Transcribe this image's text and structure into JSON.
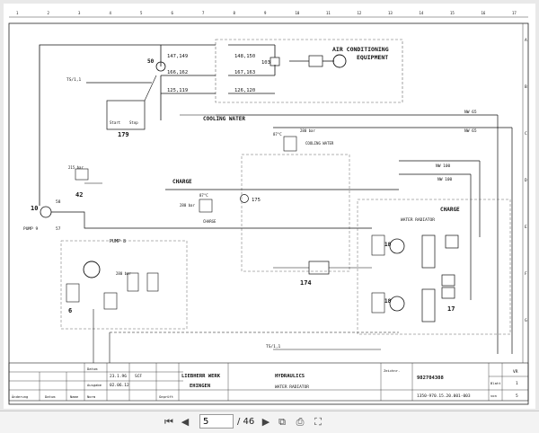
{
  "viewer": {
    "page_current": "5",
    "page_total": "/ 46",
    "icons": {
      "first": "skip-first-icon",
      "prev": "prev-page-icon",
      "next": "next-page-icon",
      "last": "skip-last-icon",
      "pages": "page-thumbnails-icon",
      "print": "print-icon",
      "fullscreen": "fullscreen-icon"
    }
  },
  "schematic": {
    "grid_right": [
      "A",
      "B",
      "C",
      "D",
      "E",
      "F",
      "G"
    ],
    "grid_top": [
      "1",
      "2",
      "3",
      "4",
      "5",
      "6",
      "7",
      "8",
      "9",
      "10",
      "11",
      "12",
      "13",
      "14",
      "15",
      "16",
      "17"
    ],
    "labels": {
      "air_conditioning": "AIR CONDITIONING",
      "equipment": "EQUIPMENT",
      "cooling_water": "COOLING WATER",
      "cooling_water_small": "COOLING WATER",
      "charge_left": "CHARGE",
      "charge_small": "CHARGE",
      "charge_right": "CHARGE",
      "water_radiator": "WATER RADIATOR",
      "pump8": "PUMP 8",
      "pump9": "PUMP 9",
      "start": "Start",
      "stop": "Stop"
    },
    "ports": {
      "p147": "147,149",
      "p148": "148,150",
      "p166": "166,162",
      "p167": "167,163",
      "p125": "125,119",
      "p126": "126,120",
      "ts_top": "TS/1,1",
      "ts_bottom": "TS/1,1",
      "nw65a": "NW 65",
      "nw65b": "NW 65",
      "nw100a": "NW 100",
      "nw100b": "NW 100"
    },
    "items": {
      "i50": "50",
      "i103": "103",
      "i179": "179",
      "i42": "42",
      "i10": "10",
      "i58": "58",
      "i57": "57",
      "i175": "175",
      "i174": "174",
      "i18a": "18",
      "i18b": "18",
      "i17": "17",
      "i6": "6"
    },
    "settings": {
      "s215": "215 bar",
      "s280a": "280 bar",
      "s280b": "280 bar",
      "s280c": "280 bar",
      "t87a": "87°C",
      "t87b": "87°C"
    }
  },
  "title_block": {
    "mark_small": "VR",
    "company_line1": "LIEBHERR WERK",
    "company_line2": "EHINGEN",
    "subject": "HYDRAULICS",
    "subtitle": "WATER RADIATOR",
    "drawing_no": "982704308",
    "ref_no": "1350-970.15.20.001-003",
    "date1": "23.1.96",
    "date2": "02.06.12",
    "sheet": "1",
    "sheets": "5",
    "col_aenderung": "Änderung",
    "col_datum": "Datum",
    "col_name": "Name",
    "scf": "SCF",
    "ausgabe": "Ausgabe",
    "norm": "Norm",
    "datum": "Datum",
    "geprueft": "Geprüft",
    "zeichnr": "Zeichnr.",
    "blatt": "Blatt",
    "von": "von"
  }
}
